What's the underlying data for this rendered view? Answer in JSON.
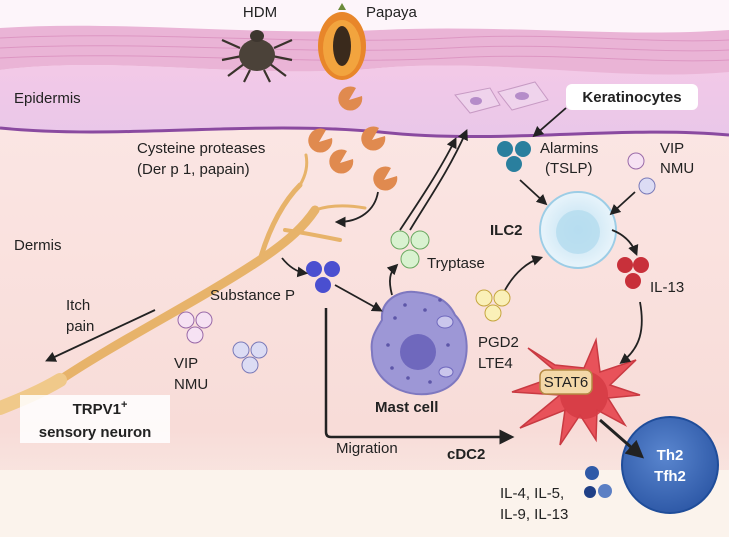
{
  "labels": {
    "hdm": "HDM",
    "papaya": "Papaya",
    "epidermis": "Epidermis",
    "keratinocytes": "Keratinocytes",
    "cysteine_line1": "Cysteine proteases",
    "cysteine_line2": "(Der p 1, papain)",
    "alarmins_line1": "Alarmins",
    "alarmins_line2": "(TSLP)",
    "vip_top": "VIP",
    "nmu_top": "NMU",
    "ilc2": "ILC2",
    "dermis": "Dermis",
    "tryptase": "Tryptase",
    "il13": "IL-13",
    "substance_p": "Substance P",
    "itch": "Itch",
    "pain": "pain",
    "pgd2": "PGD2",
    "lte4": "LTE4",
    "vip_bottom": "VIP",
    "nmu_bottom": "NMU",
    "stat6": "STAT6",
    "mast_cell": "Mast cell",
    "trpv1_line1": "TRPV1",
    "trpv1_sup": "+",
    "trpv1_line2": "sensory neuron",
    "migration": "Migration",
    "cdc2": "cDC2",
    "th2": "Th2",
    "tfh2": "Tfh2",
    "cytokines_line1": "IL-4, IL-5,",
    "cytokines_line2": "IL-9, IL-13"
  },
  "colors": {
    "protease": "#e08a4f",
    "alarmin": "#2a7f9e",
    "tryptase": "#d9f2d0",
    "substance_p": "#4a4fd0",
    "il13": "#c8303a",
    "mast_cell": "#9d97d6",
    "dc": "#e8525a",
    "th2": "#3f6fbf",
    "neuron": "#e7b36a",
    "epidermis": "#e6bce0",
    "dermis": "#f9e4e1",
    "ilc2": "#cfe6f3"
  },
  "icons": [
    "mite-icon",
    "papaya-icon"
  ]
}
